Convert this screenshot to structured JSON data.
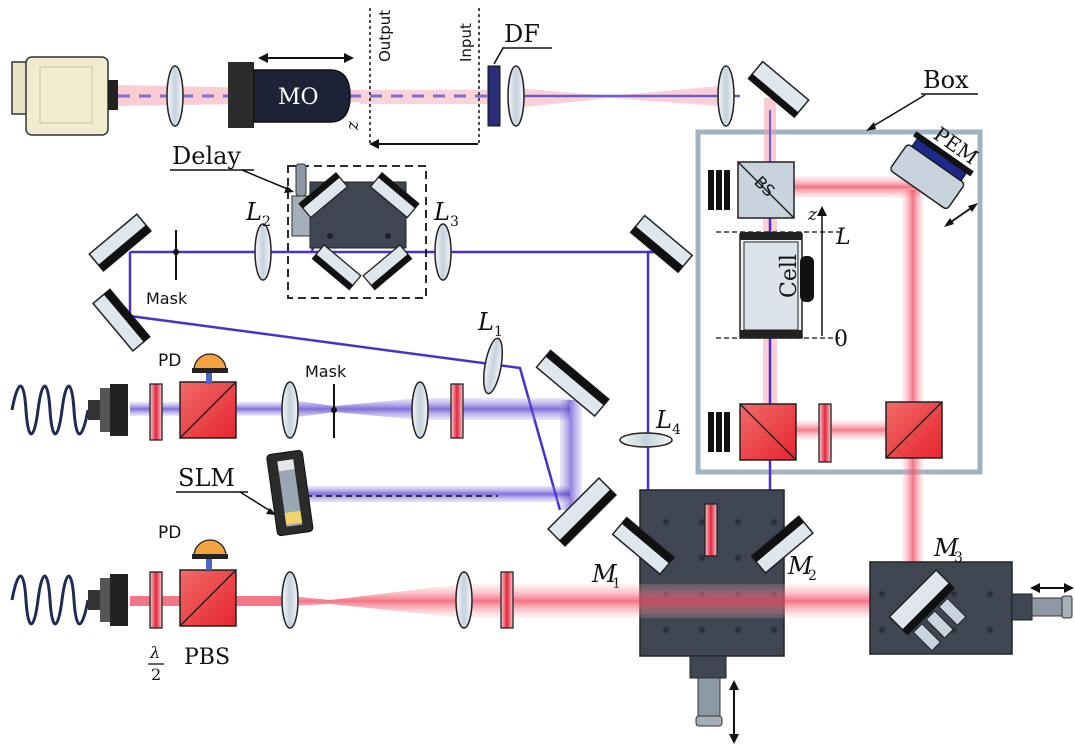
{
  "labels": {
    "mo": "MO",
    "df": "DF",
    "output": "Output",
    "input": "Input",
    "z_axis_top": "z",
    "box": "Box",
    "pem": "PEM",
    "bs": "BS",
    "cell": "Cell",
    "z_cell": "z",
    "L_top": "L",
    "zero": "0",
    "delay": "Delay",
    "L2": "L",
    "L2_sub": "2",
    "L3": "L",
    "L3_sub": "3",
    "mask_top": "Mask",
    "mask_mid": "Mask",
    "L1": "L",
    "L1_sub": "1",
    "L4": "L",
    "L4_sub": "4",
    "pd_top": "PD",
    "pd_bottom": "PD",
    "slm": "SLM",
    "M1": "M",
    "M1_sub": "1",
    "M2": "M",
    "M2_sub": "2",
    "M3": "M",
    "M3_sub": "3",
    "lambda_num": "λ",
    "lambda_den": "2",
    "pbs": "PBS"
  },
  "colors": {
    "blue_beam": "#4b2fc9",
    "red_beam": "#f04a60",
    "red_glow": "#f6a0ad",
    "table": "#3f4651",
    "box_frame": "#9fb3c2",
    "lens_fill": "#dfe6ee",
    "pd_orange": "#f2a340",
    "fiber": "#1f2a55"
  }
}
